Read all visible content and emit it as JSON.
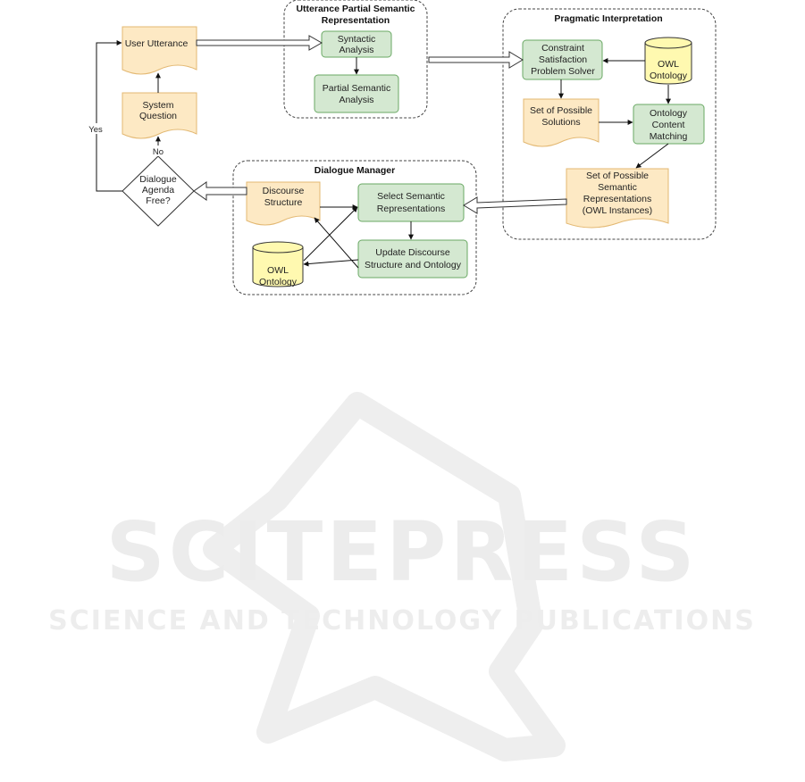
{
  "groups": {
    "utterance": {
      "title_line1": "Utterance Partial Semantic",
      "title_line2": "Representation"
    },
    "pragmatic": {
      "title": "Pragmatic Interpretation"
    },
    "dialogue": {
      "title": "Dialogue Manager"
    }
  },
  "nodes": {
    "user_utterance": {
      "label": "User Utterance"
    },
    "system_question": {
      "line1": "System",
      "line2": "Question"
    },
    "decision": {
      "line1": "Dialogue",
      "line2": "Agenda",
      "line3": "Free?"
    },
    "syntactic": {
      "line1": "Syntactic",
      "line2": "Analysis"
    },
    "partial_semantic": {
      "line1": "Partial Semantic",
      "line2": "Analysis"
    },
    "csp": {
      "line1": "Constraint",
      "line2": "Satisfaction",
      "line3": "Problem Solver"
    },
    "owl_top": {
      "line1": "OWL",
      "line2": "Ontology"
    },
    "possible_solutions": {
      "line1": "Set of Possible",
      "line2": "Solutions"
    },
    "ontology_matching": {
      "line1": "Ontology",
      "line2": "Content",
      "line3": "Matching"
    },
    "possible_reps": {
      "line1": "Set of Possible",
      "line2": "Semantic",
      "line3": "Representations",
      "line4": "(OWL Instances)"
    },
    "discourse": {
      "line1": "Discourse",
      "line2": "Structure"
    },
    "select_semantic": {
      "line1": "Select Semantic",
      "line2": "Representations"
    },
    "update_discourse": {
      "line1": "Update Discourse",
      "line2": "Structure and Ontology"
    },
    "owl_bottom": {
      "line1": "OWL",
      "line2": "Ontology"
    }
  },
  "edges": {
    "yes_label": "Yes",
    "no_label": "No"
  },
  "watermark": {
    "main": "SCITEPRESS",
    "sub": "SCIENCE AND TECHNOLOGY PUBLICATIONS"
  },
  "colors": {
    "document_fill": "#fde9c4",
    "document_stroke": "#e3b872",
    "process_fill": "#d4e8d1",
    "process_stroke": "#6aa964",
    "cylinder_fill": "#fff9b0",
    "watermark": "#ececec"
  }
}
